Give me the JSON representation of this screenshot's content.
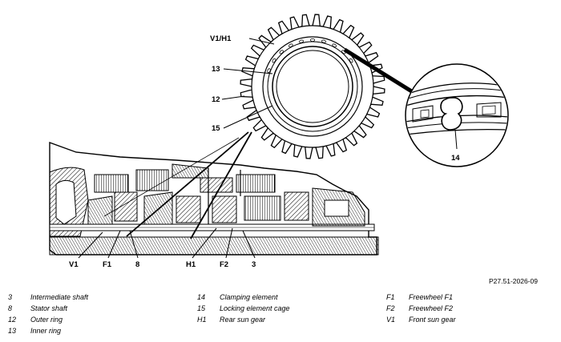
{
  "figure": {
    "reference_code": "P27.51-2026-09",
    "callouts": {
      "v1h1": "V1/H1",
      "c13": "13",
      "c12": "12",
      "c15": "15",
      "c14": "14",
      "v1": "V1",
      "f1": "F1",
      "c8": "8",
      "h1": "H1",
      "f2": "F2",
      "c3": "3"
    }
  },
  "legend": {
    "col1": [
      {
        "num": "3",
        "text": "Intermediate shaft"
      },
      {
        "num": "8",
        "text": "Stator shaft"
      },
      {
        "num": "12",
        "text": "Outer ring"
      },
      {
        "num": "13",
        "text": "Inner ring"
      }
    ],
    "col2": [
      {
        "num": "14",
        "text": "Clamping element"
      },
      {
        "num": "15",
        "text": "Locking element cage"
      },
      {
        "num": "H1",
        "text": "Rear sun gear"
      }
    ],
    "col3": [
      {
        "num": "F1",
        "text": "Freewheel F1"
      },
      {
        "num": "F2",
        "text": "Freewheel F2"
      },
      {
        "num": "V1",
        "text": "Front sun gear"
      }
    ]
  }
}
